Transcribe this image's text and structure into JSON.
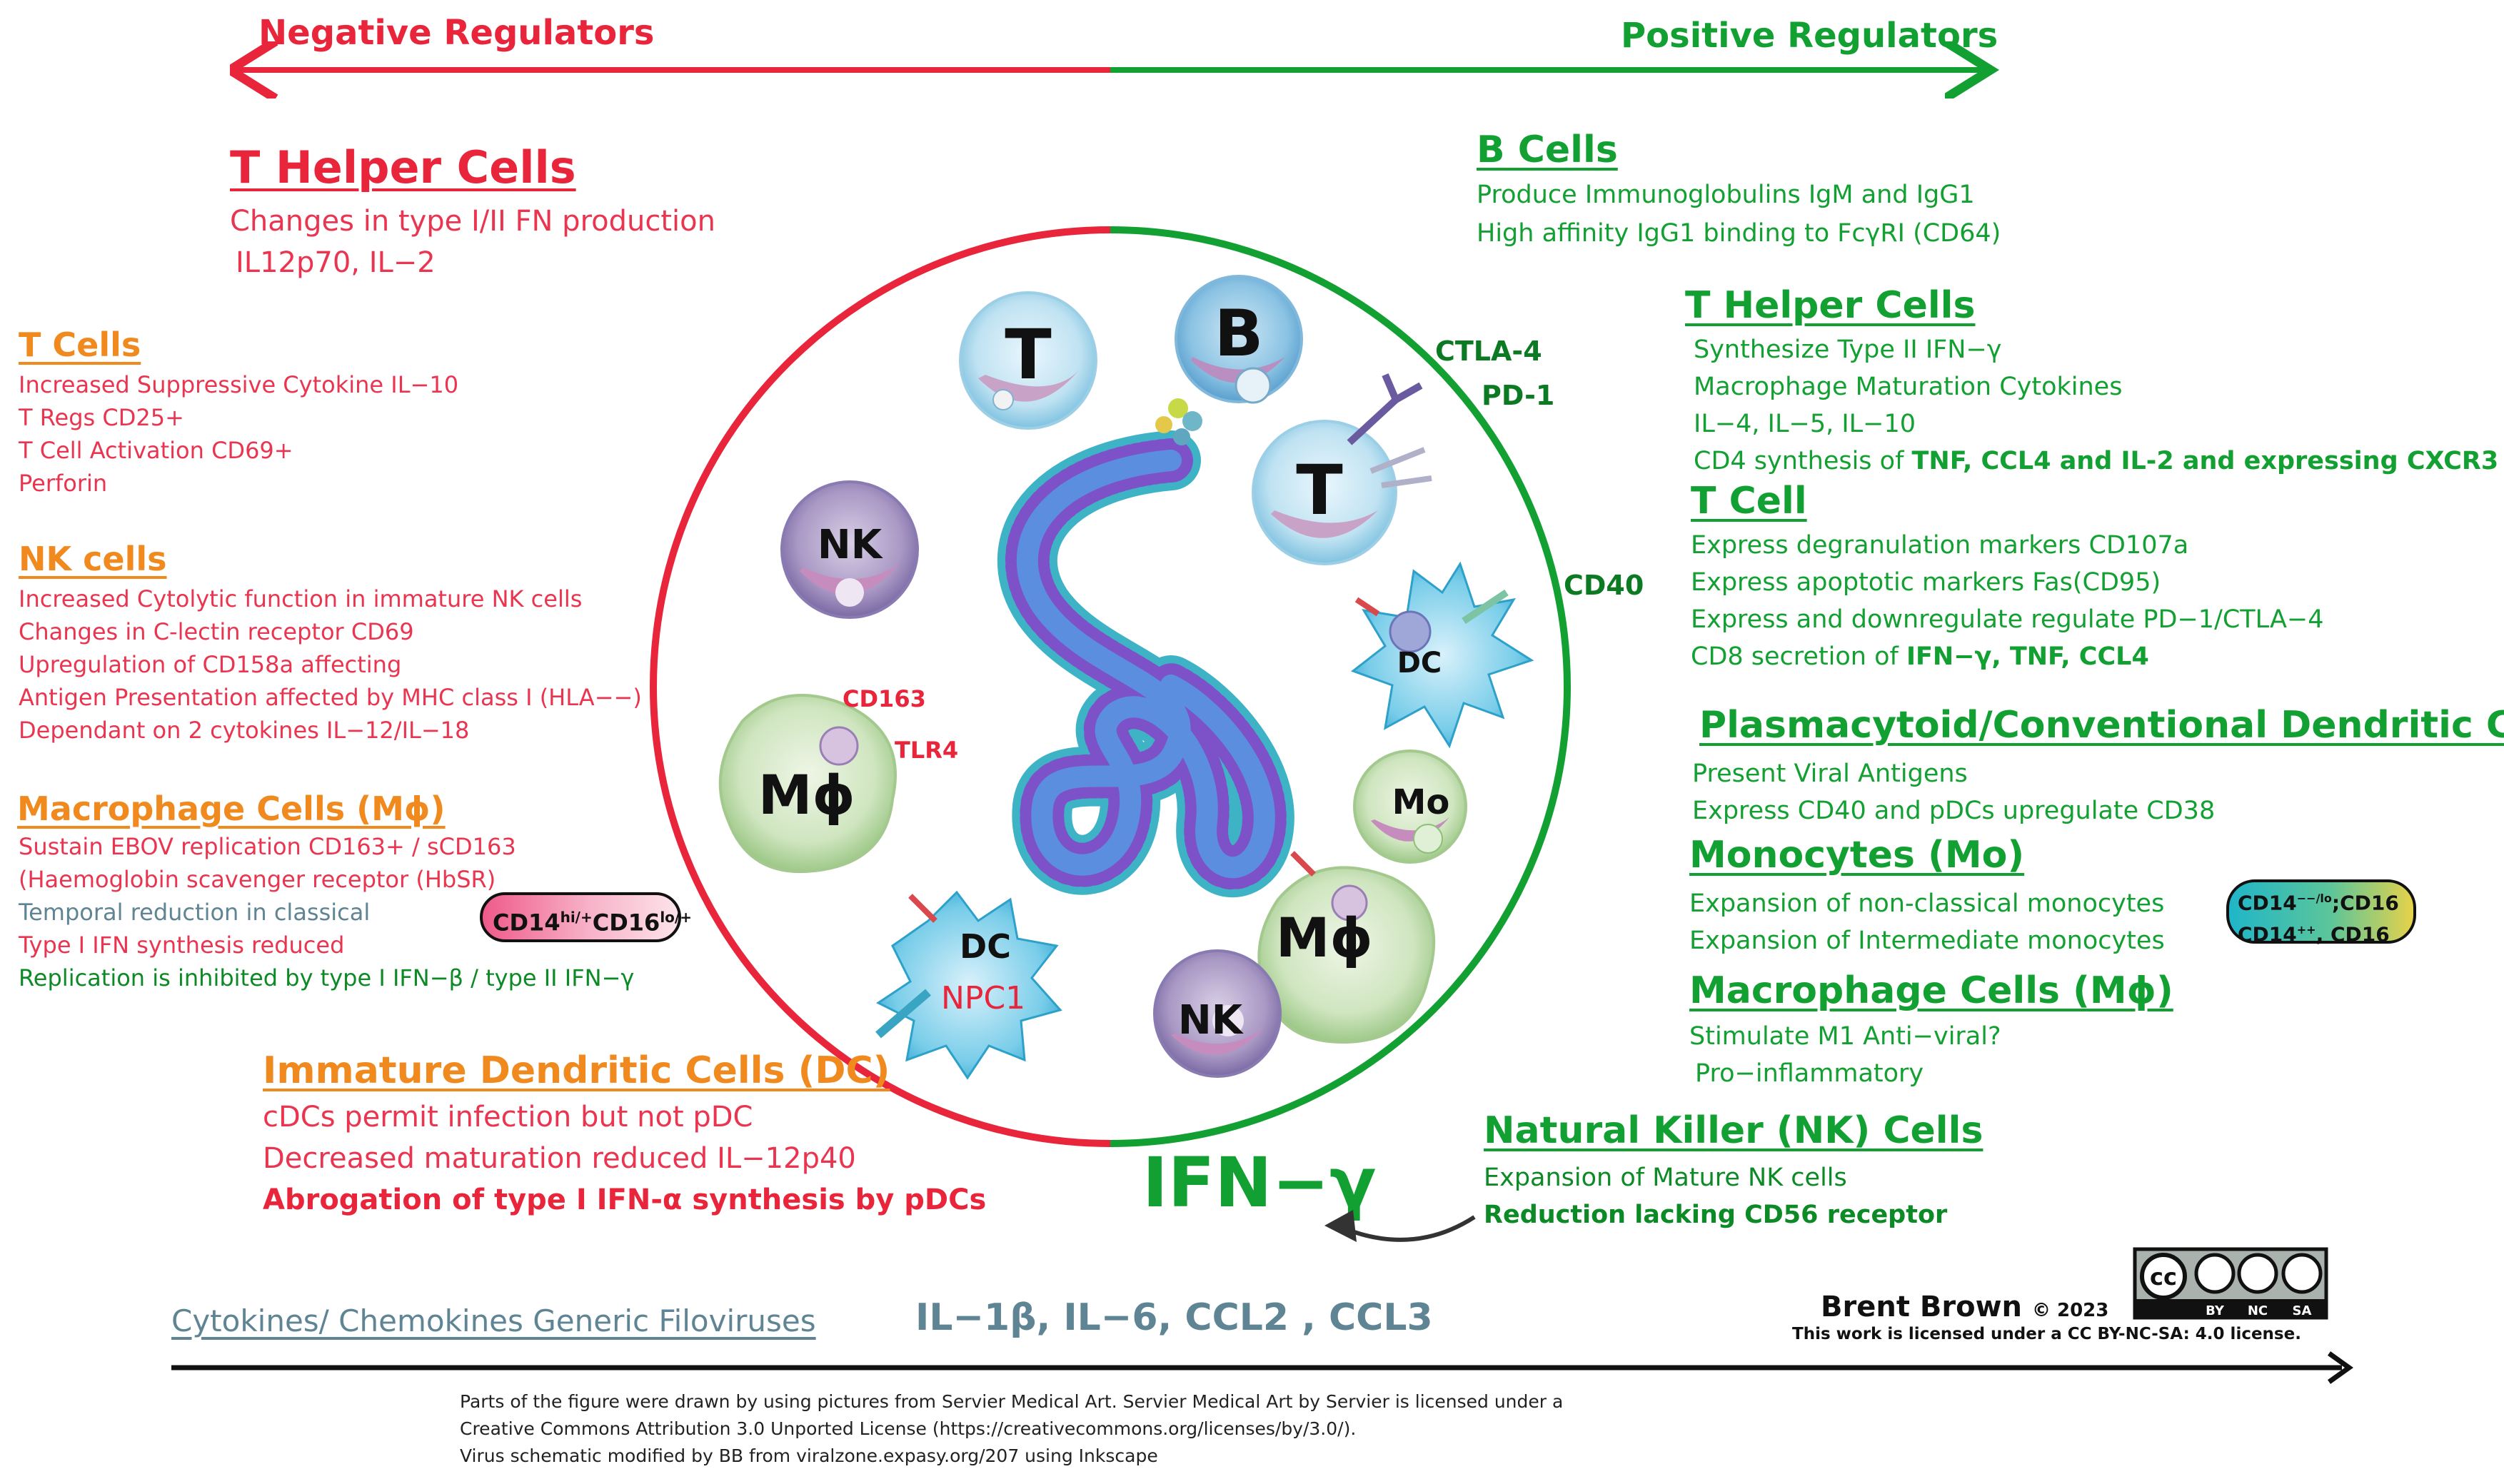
{
  "header": {
    "negative": "Negative Regulators",
    "positive": "Positive Regulators"
  },
  "left": {
    "th": {
      "title": "T Helper Cells",
      "lines": [
        "Changes in type I/II FN production",
        "IL12p70, IL−2"
      ]
    },
    "tcells": {
      "title": "T Cells",
      "lines": [
        "Increased Suppressive Cytokine IL−10",
        "T Regs CD25+",
        "T Cell Activation CD69+",
        "Perforin"
      ]
    },
    "nk": {
      "title": "NK cells",
      "lines": [
        "Increased Cytolytic function in immature NK cells",
        "Changes in C-lectin receptor CD69",
        "Upregulation of CD158a affecting",
        "Antigen Presentation affected by MHC class I (HLA−−)",
        "Dependant on 2 cytokines IL−12/IL−18"
      ]
    },
    "mac": {
      "title": "Macrophage Cells (Mϕ)",
      "lines": [
        "Sustain EBOV replication CD163+ / sCD163",
        "(Haemoglobin scavenger receptor (HbSR)",
        "Temporal reduction in classical",
        "Type I IFN synthesis reduced",
        "Replication is inhibited by type I IFN−β / type II IFN−γ"
      ],
      "badge": {
        "a": "CD14",
        "a_sup": "hi/+",
        "b": "CD16",
        "b_sup": "lo/+"
      }
    },
    "dc": {
      "title": "Immature Dendritic Cells (DC)",
      "lines": [
        "cDCs permit infection but not pDC",
        "Decreased maturation reduced IL−12p40"
      ],
      "bold_line": "Abrogation of type I IFN-α synthesis by pDCs"
    }
  },
  "right": {
    "b": {
      "title": "B Cells",
      "lines": [
        "Produce Immunoglobulins IgM and IgG1",
        "High affinity IgG1 binding to FcγRI  (CD64)"
      ]
    },
    "th": {
      "title": "T Helper Cells",
      "lines": [
        "Synthesize Type II IFN−γ",
        "Macrophage Maturation Cytokines",
        "IL−4, IL−5, IL−10"
      ],
      "last_plain": "CD4 synthesis of ",
      "last_bold": "TNF, CCL4 and IL-2 and expressing CXCR3"
    },
    "tcell": {
      "title": "T Cell",
      "lines": [
        "Express degranulation markers CD107a",
        "Express apoptotic markers Fas(CD95)",
        "Express and downregulate regulate PD−1/CTLA−4"
      ],
      "last_plain": "CD8 secretion of ",
      "last_bold": "IFN−γ, TNF, CCL4"
    },
    "dc": {
      "title": "Plasmacytoid/Conventional Dendritic Cell",
      "lines": [
        "Present Viral Antigens",
        "Express CD40 and pDCs upregulate CD38"
      ]
    },
    "mo": {
      "title": "Monocytes (Mo)",
      "lines": [
        "Expansion of non-classical monocytes",
        "Expansion of  Intermediate monocytes"
      ],
      "badge": {
        "l1a": "CD14",
        "l1a_sup": "−−/lo",
        "l1b": ";CD16",
        "l2a": "CD14",
        "l2a_sup": "++",
        "l2b": ", CD16"
      }
    },
    "mac": {
      "title": "Macrophage Cells (Mϕ)",
      "lines": [
        "Stimulate M1 Anti−viral?",
        "Pro−inflammatory"
      ]
    },
    "nk": {
      "title": "Natural Killer (NK) Cells",
      "lines": [
        "Expansion of Mature NK cells"
      ],
      "bold_line": "Reduction lacking CD56 receptor"
    }
  },
  "circle": {
    "labels": {
      "ctla4": "CTLA-4",
      "pd1": "PD-1",
      "cd40": "CD40",
      "cd163": "CD163",
      "tlr4": "TLR4",
      "npc1": "NPC1"
    },
    "cells": {
      "t1": "T",
      "b": "B",
      "t2": "T",
      "nk1": "NK",
      "dc1": "DC",
      "mac1": "Mϕ",
      "mo": "Mo",
      "mac2": "Mϕ",
      "dc2": "DC",
      "nk2": "NK"
    },
    "ifn": "IFN−γ"
  },
  "bottom": {
    "cytokines_label": "Cytokines/ Chemokines Generic Filoviruses",
    "cytokines": "IL−1β, IL−6,  CCL2 , CCL3",
    "author": "Brent Brown",
    "year": "© 2023",
    "license": "This work is licensed under a CC BY-NC-SA: 4.0 license.",
    "cc_labels": [
      "BY",
      "NC",
      "SA"
    ],
    "credits": [
      "Parts of the figure were drawn by using pictures from Servier Medical Art. Servier Medical Art by Servier is licensed under a",
      "Creative Commons Attribution 3.0 Unported License (https://creativecommons.org/licenses/by/3.0/).",
      "Virus schematic modified by BB from viralzone.expasy.org/207 using Inkscape"
    ]
  },
  "colors": {
    "negative": "#e8253a",
    "positive": "#13a032",
    "orange": "#f08a1e",
    "grey": "#5f8494"
  }
}
